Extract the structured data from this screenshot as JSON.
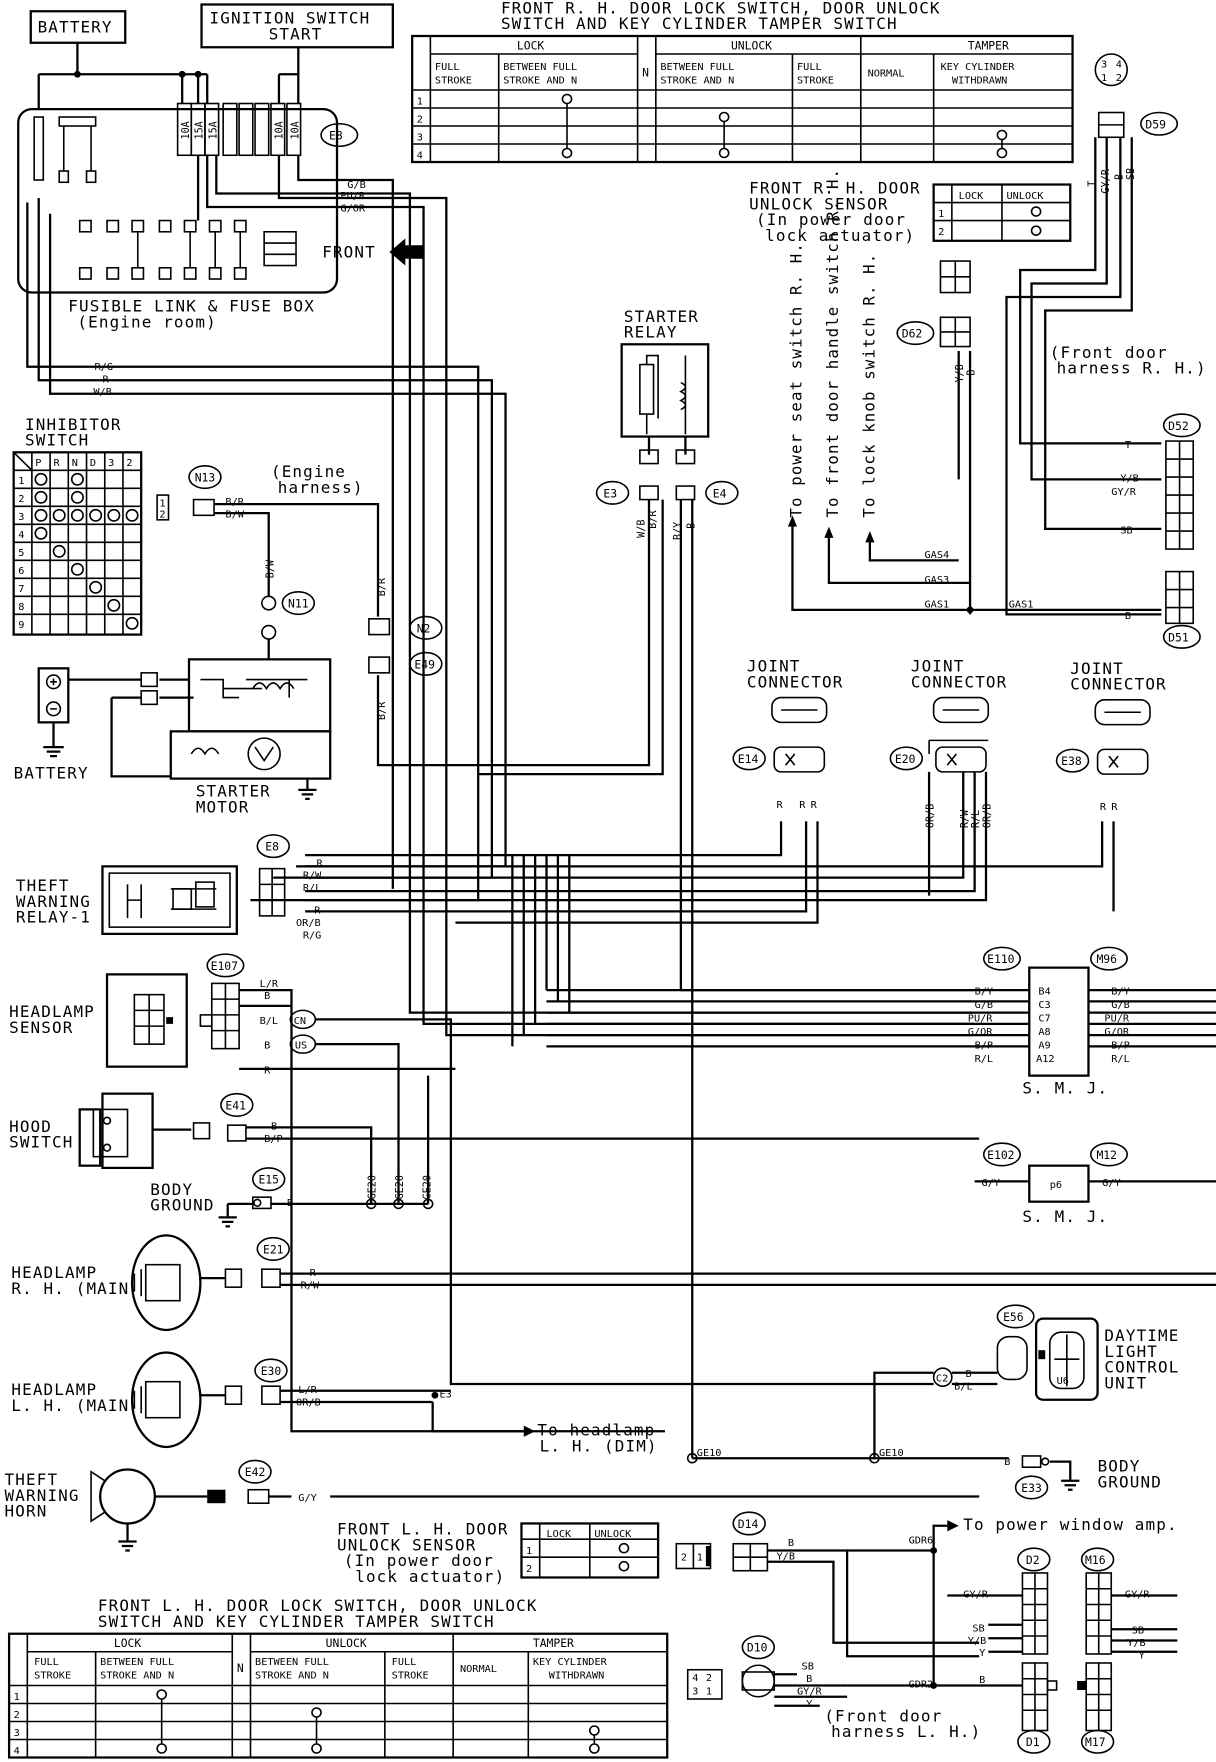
{
  "labels": {
    "battery_top": "BATTERY",
    "ignition_line1": "IGNITION SWITCH",
    "ignition_line2": "START",
    "fusible_line1": "FUSIBLE LINK & FUSE BOX",
    "fusible_line2": "(Engine room)",
    "front": "FRONT",
    "starter_relay_line1": "STARTER",
    "starter_relay_line2": "RELAY",
    "inhibitor_line1": "INHIBITOR",
    "inhibitor_line2": "SWITCH",
    "engine_harness_line1": "(Engine",
    "engine_harness_line2": "harness)",
    "battery_bottom": "BATTERY",
    "starter_motor_line1": "STARTER",
    "starter_motor_line2": "MOTOR",
    "theft_relay_line1": "THEFT",
    "theft_relay_line2": "WARNING",
    "theft_relay_line3": "RELAY-1",
    "headlamp_sensor_line1": "HEADLAMP",
    "headlamp_sensor_line2": "SENSOR",
    "hood_switch_line1": "HOOD",
    "hood_switch_line2": "SWITCH",
    "body_ground_line1": "BODY",
    "body_ground_line2": "GROUND",
    "headlamp_rh_line1": "HEADLAMP",
    "headlamp_rh_line2": "R. H. (MAIN)",
    "headlamp_lh_line1": "HEADLAMP",
    "headlamp_lh_line2": "L. H. (MAIN)",
    "to_headlamp_dim_line1": "To headlamp",
    "to_headlamp_dim_line2": "L. H. (DIM)",
    "theft_horn_line1": "THEFT",
    "theft_horn_line2": "WARNING",
    "theft_horn_line3": "HORN",
    "joint_connector_line1": "JOINT",
    "joint_connector_line2": "CONNECTOR",
    "smj": "S. M. J.",
    "daytime_line1": "DAYTIME",
    "daytime_line2": "LIGHT",
    "daytime_line3": "CONTROL",
    "daytime_line4": "UNIT",
    "body_ground_rh_line1": "BODY",
    "body_ground_rh_line2": "GROUND",
    "to_power_window": "To power window amp.",
    "front_door_harness_rh_line1": "(Front door",
    "front_door_harness_rh_line2": "harness R. H.)",
    "front_door_harness_lh_line1": "(Front door",
    "front_door_harness_lh_line2": "harness L. H.)",
    "to_power_seat": "To power seat switch R. H.",
    "to_front_door_handle": "To front door handle switch R. H.",
    "to_lock_knob": "To lock knob switch R. H.",
    "rh_unlock_sensor_line1": "FRONT R. H. DOOR",
    "rh_unlock_sensor_line2": "UNLOCK SENSOR",
    "rh_unlock_sensor_line3": "(In power door",
    "rh_unlock_sensor_line4": "lock actuator)",
    "lh_unlock_sensor_line1": "FRONT L. H. DOOR",
    "lh_unlock_sensor_line2": "UNLOCK SENSOR",
    "lh_unlock_sensor_line3": "(In power door",
    "lh_unlock_sensor_line4": "lock actuator)",
    "rh_switch_title_line1": "FRONT R. H. DOOR LOCK SWITCH, DOOR UNLOCK",
    "rh_switch_title_line2": "SWITCH AND KEY CYLINDER TAMPER SWITCH",
    "lh_switch_title_line1": "FRONT L. H. DOOR LOCK SWITCH, DOOR UNLOCK",
    "lh_switch_title_line2": "SWITCH AND KEY CYLINDER TAMPER SWITCH"
  },
  "connectors": {
    "e8_top": "E8",
    "e8_relay": "E8",
    "n13": "N13",
    "n11": "N11",
    "n2": "N2",
    "e49": "E49",
    "e3": "E3",
    "e4": "E4",
    "e14": "E14",
    "e20": "E20",
    "e38": "E38",
    "e107": "E107",
    "e41": "E41",
    "e15": "E15",
    "e21": "E21",
    "e30": "E30",
    "e42": "E42",
    "e110": "E110",
    "m96": "M96",
    "e102": "E102",
    "m12": "M12",
    "e56": "E56",
    "e33": "E33",
    "d59": "D59",
    "d62": "D62",
    "d52": "D52",
    "d51": "D51",
    "d14": "D14",
    "d10": "D10",
    "d2": "D2",
    "m16": "M16",
    "d1": "D1",
    "m17": "M17",
    "cn": "CN",
    "us": "US",
    "u6": "U6",
    "c2": "C2"
  },
  "fuses": [
    "10A",
    "15A",
    "15A",
    "10A",
    "10A"
  ],
  "wires": {
    "g_b": "G/B",
    "pu_r": "PU/R",
    "g_or": "G/OR",
    "r_g": "R/G",
    "r": "R",
    "w_b": "W/B",
    "b_r": "B/R",
    "b_w": "B/W",
    "w_b2": "W/B",
    "b_y": "B/Y",
    "b": "B",
    "r_w": "R/W",
    "r_l": "R/L",
    "or_b": "OR/B",
    "l_r": "L/R",
    "b_l": "B/L",
    "b_p": "B/P",
    "g_y": "G/Y",
    "gy_r": "GY/R",
    "sb": "SB",
    "t": "T",
    "y_b": "Y/B",
    "y": "Y",
    "ge20": "GE20",
    "ge10": "GE10",
    "gas1": "GAS1",
    "gas3": "GAS3",
    "gas4": "GAS4",
    "gdr6": "GDR6",
    "gdr2": "GDR2",
    "e3_node": "E3",
    "p6": "p6"
  },
  "smj_terminals": [
    "B4",
    "C3",
    "C7",
    "A8",
    "A9",
    "A12"
  ],
  "smj_wires": [
    "B/Y",
    "G/B",
    "PU/R",
    "G/OR",
    "B/P",
    "R/L"
  ],
  "switch_table": {
    "groups": [
      "LOCK",
      "UNLOCK",
      "TAMPER"
    ],
    "n_label": "N",
    "cols": [
      "FULL STROKE",
      "BETWEEN FULL STROKE AND N",
      "BETWEEN FULL STROKE AND N",
      "FULL STROKE",
      "NORMAL",
      "KEY CYLINDER WITHDRAWN"
    ],
    "rows": [
      "1",
      "2",
      "3",
      "4"
    ]
  },
  "sensor_table": {
    "cols": [
      "LOCK",
      "UNLOCK"
    ],
    "rows": [
      "1",
      "2"
    ]
  },
  "inhibitor_table": {
    "cols": [
      "P",
      "R",
      "N",
      "D",
      "3",
      "2"
    ],
    "rows": [
      "1",
      "2",
      "3",
      "4",
      "5",
      "6",
      "7",
      "8",
      "9"
    ]
  }
}
